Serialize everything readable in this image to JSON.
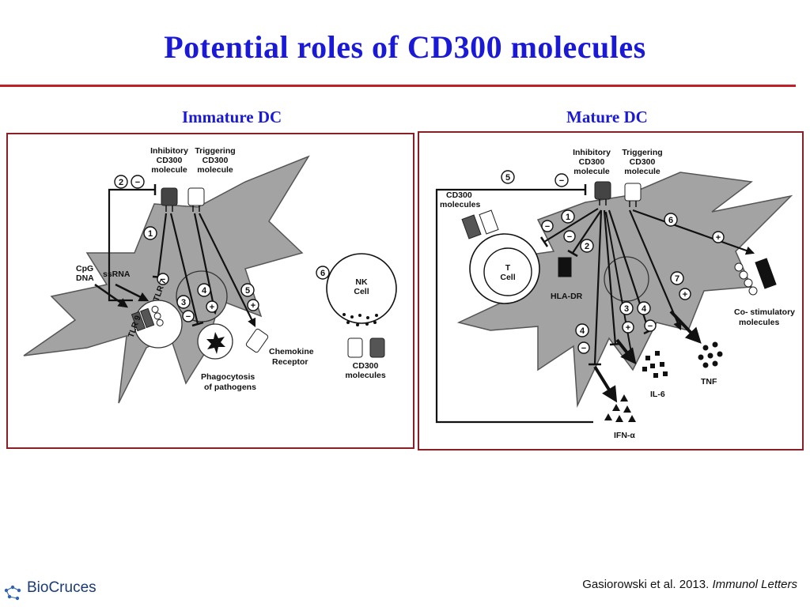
{
  "slide": {
    "title": "Potential roles of CD300 molecules",
    "accent_color": "#1a1ad6",
    "rule_color": "#c0202a"
  },
  "panels": {
    "immature": {
      "heading": "Immature DC",
      "labels": {
        "inhibitory": [
          "Inhibitory",
          "CD300",
          "molecule"
        ],
        "triggering": [
          "Triggering",
          "CD300",
          "molecule"
        ],
        "cpg": [
          "CpG",
          "DNA"
        ],
        "ssrna": "ssRNA",
        "tlr7": "TLR 7",
        "tlr9": "TLR 9",
        "nk_cell": [
          "NK",
          "Cell"
        ],
        "cd300_molecules": [
          "CD300",
          "molecules"
        ],
        "chemokine": [
          "Chemokine",
          "Receptor"
        ],
        "phagocytosis": [
          "Phagocytosis",
          "of pathogens"
        ]
      },
      "numbers": [
        "1",
        "2",
        "3",
        "4",
        "5",
        "6"
      ],
      "signs": {
        "minus": "−",
        "plus": "+"
      }
    },
    "mature": {
      "heading": "Mature DC",
      "labels": {
        "inhibitory": [
          "Inhibitory",
          "CD300",
          "molecule"
        ],
        "triggering": [
          "Triggering",
          "CD300",
          "molecule"
        ],
        "cd300_molecules": [
          "CD300",
          "molecules"
        ],
        "t_cell": [
          "T",
          "Cell"
        ],
        "hla_dr": "HLA-DR",
        "costim": [
          "Co- stimulatory",
          "molecules"
        ],
        "il6": "IL-6",
        "tnf": "TNF",
        "ifn": "IFN-α"
      },
      "numbers": [
        "1",
        "2",
        "3",
        "4",
        "5",
        "6",
        "7"
      ],
      "signs": {
        "minus": "−",
        "plus": "+"
      }
    }
  },
  "footer": {
    "citation_plain": "Gasiorowski et al. 2013. ",
    "citation_italic": "Immunol Letters",
    "logo_text": "BioCruces"
  }
}
